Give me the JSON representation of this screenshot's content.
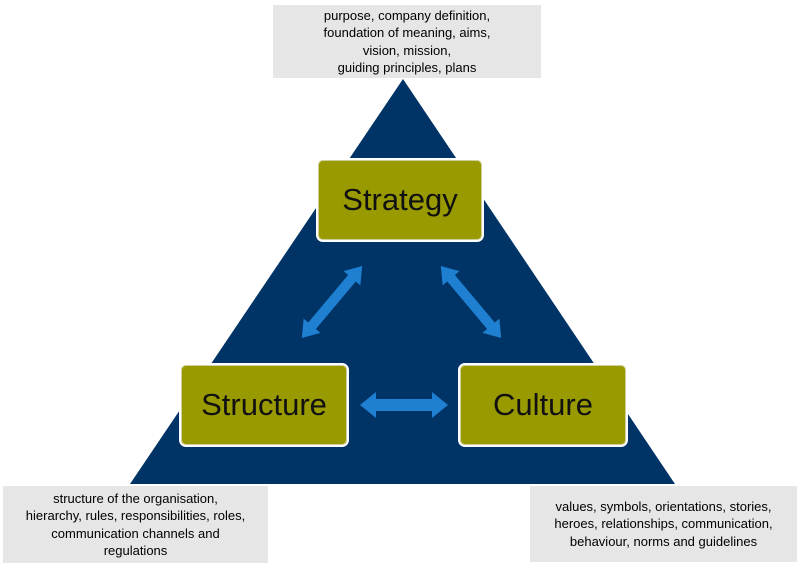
{
  "colors": {
    "triangle": "#003366",
    "node_fill": "#999900",
    "arrow": "#1f7fd0",
    "note_fill": "#e6e6e6"
  },
  "nodes": {
    "strategy": "Strategy",
    "structure": "Structure",
    "culture": "Culture"
  },
  "notes": {
    "strategy": "purpose, company definition,\nfoundation of meaning, aims,\nvision, mission,\nguiding principles, plans",
    "structure": "structure of the organisation,\nhierarchy, rules, responsibilities, roles,\ncommunication channels and\nregulations",
    "culture": "values, symbols, orientations, stories,\nheroes, relationships, communication,\nbehaviour, norms and guidelines"
  },
  "connections": [
    {
      "from": "strategy",
      "to": "structure",
      "type": "bidirectional-arrow"
    },
    {
      "from": "strategy",
      "to": "culture",
      "type": "bidirectional-arrow"
    },
    {
      "from": "structure",
      "to": "culture",
      "type": "bidirectional-arrow"
    }
  ]
}
